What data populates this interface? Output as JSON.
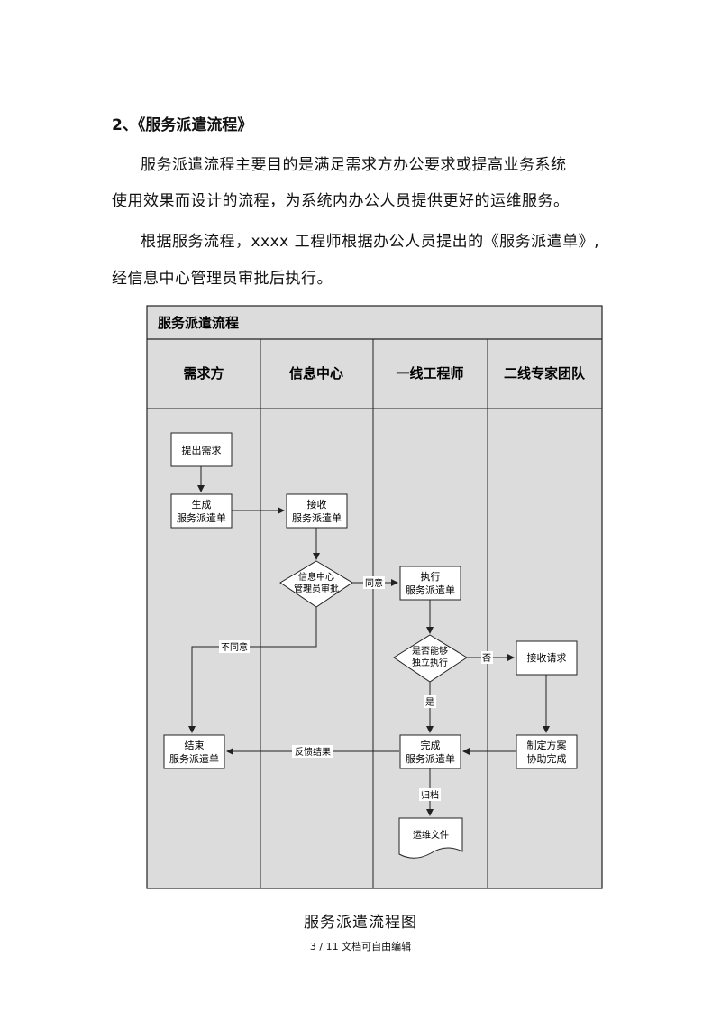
{
  "doc": {
    "heading": "2、《服务派遣流程》",
    "para1_line1": "服务派遣流程主要目的是满足需求方办公要求或提高业务系统",
    "para1_line2": "使用效果而设计的流程，为系统内办公人员提供更好的运维服务。",
    "para2_line1": "根据服务流程，xxxx 工程师根据办公人员提出的《服务派遣单》,",
    "para2_line2": "经信息中心管理员审批后执行。",
    "caption": "服务派遣流程图",
    "footer": "3 / 11 文档可自由编辑"
  },
  "flowchart": {
    "title": "服务派遣流程",
    "lanes": [
      "需求方",
      "信息中心",
      "一线工程师",
      "二线专家团队"
    ],
    "nodes": {
      "request": "提出需求",
      "generate_1": "生成",
      "generate_2": "服务派遣单",
      "receive_1": "接收",
      "receive_2": "服务派遣单",
      "approve_1": "信息中心",
      "approve_2": "管理员审批",
      "execute_1": "执行",
      "execute_2": "服务派遣单",
      "independent_1": "是否能够",
      "independent_2": "独立执行",
      "accept_request": "接收请求",
      "plan_1": "制定方案",
      "plan_2": "协助完成",
      "complete_1": "完成",
      "complete_2": "服务派遣单",
      "end_1": "结束",
      "end_2": "服务派遣单",
      "ops_file": "运维文件"
    },
    "edge_labels": {
      "agree": "同意",
      "disagree": "不同意",
      "no": "否",
      "yes": "是",
      "feedback": "反馈结果",
      "archive": "归档"
    }
  }
}
